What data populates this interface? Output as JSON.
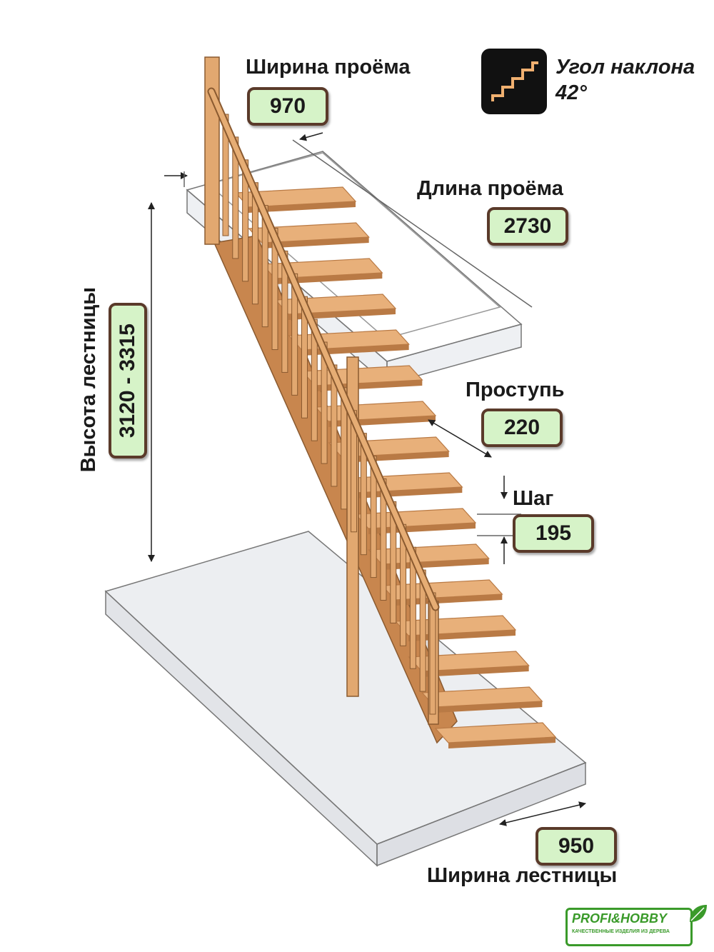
{
  "opening_width": {
    "label": "Ширина проёма",
    "value": "970"
  },
  "opening_length": {
    "label": "Длина проёма",
    "value": "2730"
  },
  "incline": {
    "label": "Угол наклона",
    "value": "42°",
    "icon": "stairs-icon"
  },
  "tread": {
    "label": "Проступь",
    "value": "220"
  },
  "step": {
    "label": "Шаг",
    "value": "195"
  },
  "stair_height": {
    "label": "Высота лестницы",
    "value": "3120 - 3315"
  },
  "stair_width": {
    "label": "Ширина лестницы",
    "value": "950"
  },
  "logo": {
    "name": "PROFI&HOBBY",
    "tagline": "КАЧЕСТВЕННЫЕ ИЗДЕЛИЯ ИЗ ДЕРЕВА",
    "color": "#3a9a2a"
  },
  "colors": {
    "wood": "#e8b07a",
    "wood_dark": "#b97a45",
    "label_fill": "#d6f3c8",
    "label_border": "#5a3a2a"
  }
}
